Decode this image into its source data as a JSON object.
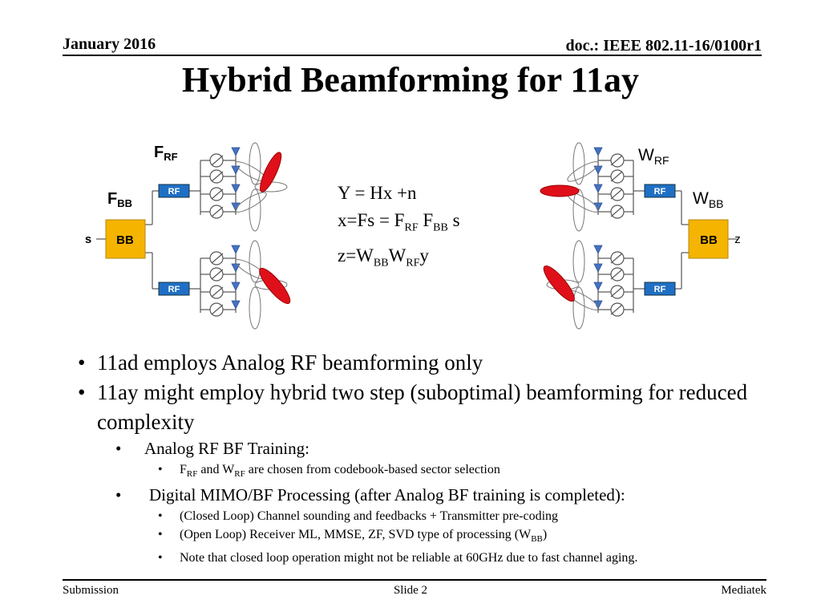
{
  "header": {
    "date": "January 2016",
    "doc": "doc.: IEEE 802.11-16/0100r1"
  },
  "title": "Hybrid Beamforming for 11ay",
  "equations": {
    "line1": "Y = Hx +n",
    "line2": {
      "a": "x=Fs = F",
      "sub1": "RF",
      "b": " F",
      "sub2": "BB",
      "c": " s"
    },
    "line3": {
      "a": "z=W",
      "sub1": "BB",
      "b": "W",
      "sub2": "RF",
      "c": "y"
    }
  },
  "diagram": {
    "tx": {
      "s": "s",
      "bb": "BB",
      "rf": "RF",
      "f_letter": "F",
      "f_rf_sub": "RF",
      "f_bb_sub": "BB"
    },
    "rx": {
      "z": "z",
      "bb": "BB",
      "rf": "RF",
      "w_letter": "W",
      "w_rf_sub": "RF",
      "w_bb_sub": "BB"
    },
    "colors": {
      "bb_block": "#F5B400",
      "rf_block": "#1F6FC5",
      "lobe_active": "#E0101A",
      "antenna": "#4472C4"
    }
  },
  "bullets": {
    "b1": "11ad employs Analog RF beamforming only",
    "b2": "11ay might employ hybrid two step (suboptimal) beamforming for reduced complexity",
    "b2_1": "Analog RF BF Training:",
    "b2_1_1": {
      "a": "F",
      "sub1": "RF",
      "b": " and W",
      "sub2": "RF",
      "c": " are chosen from codebook-based sector selection"
    },
    "b2_2": "Digital MIMO/BF Processing (after Analog BF training is completed):",
    "b2_2_1": "(Closed Loop) Channel sounding and feedbacks + Transmitter pre-coding",
    "b2_2_2": {
      "a": "(Open Loop) Receiver ML, MMSE, ZF, SVD type of processing (W",
      "sub": "BB",
      "b": ")"
    },
    "b2_2_3": "Note that closed loop operation might not be reliable at 60GHz due to fast channel aging."
  },
  "footer": {
    "left": "Submission",
    "center": "Slide 2",
    "right": "Mediatek"
  }
}
